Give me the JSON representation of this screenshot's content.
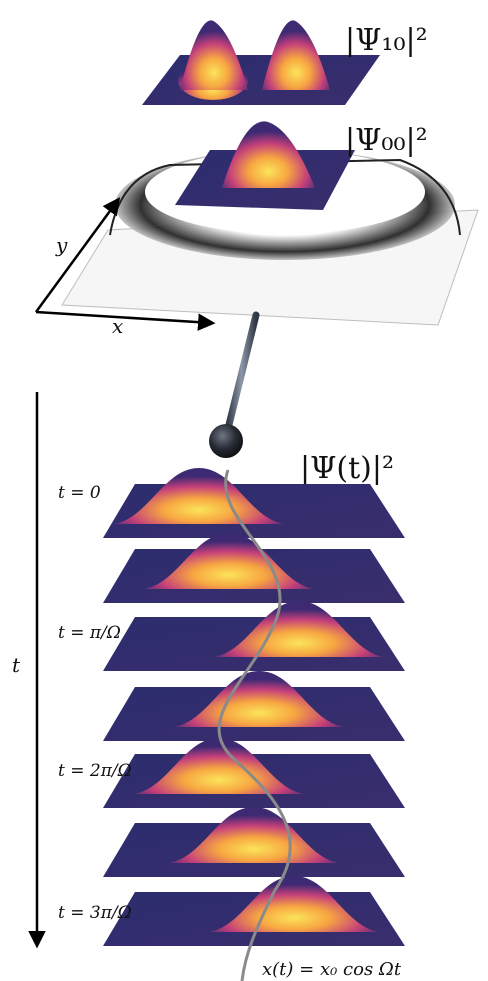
{
  "labels": {
    "psi10": "|Ψ₁₀|²",
    "psi00": "|Ψ₀₀|²",
    "psit": "|Ψ(t)|²",
    "axis_y": "y",
    "axis_x": "x",
    "axis_t": "t",
    "traj": "x(t) = x₀ cos Ωt"
  },
  "time_labels": [
    "t = 0",
    "t = π/Ω",
    "t = 2π/Ω",
    "t = 3π/Ω"
  ],
  "snapshots": [
    {
      "peak_offset": -0.55
    },
    {
      "peak_offset": -0.25
    },
    {
      "peak_offset": 0.45
    },
    {
      "peak_offset": 0.05
    },
    {
      "peak_offset": -0.35
    },
    {
      "peak_offset": 0.0
    },
    {
      "peak_offset": 0.4
    }
  ],
  "colors": {
    "base": "#2b2a6b",
    "mid": "#b43a7c",
    "hot": "#f48a3a",
    "peak": "#fbe45a",
    "grid": "#333333",
    "pendulum": "#4a5466"
  }
}
